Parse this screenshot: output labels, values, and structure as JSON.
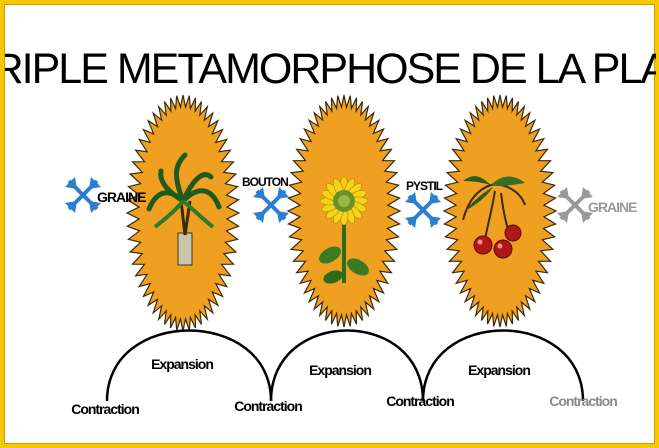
{
  "title": "LA TRIPLE METAMORPHOSE DE LA PLANTE",
  "stages": [
    {
      "label": "GRAINE",
      "color": "#2a7fd0"
    },
    {
      "label": "BOUTON",
      "color": "#2a7fd0"
    },
    {
      "label": "PYSTIL",
      "color": "#2a7fd0"
    },
    {
      "label": "GRAINE",
      "color": "#9a9a9a"
    }
  ],
  "expansion_labels": [
    "Expansion",
    "Expansion",
    "Expansion"
  ],
  "contraction_labels": [
    "Contraction",
    "Contraction",
    "Contraction",
    "Contraction"
  ],
  "colors": {
    "background": "#f6c800",
    "sun_fill": "#f0a020",
    "sun_stroke": "#3a2a10",
    "cross_blue": "#2a7fd0",
    "cross_grey": "#9a9a9a",
    "last_contraction": "#8a8a8a"
  },
  "icons": [
    "palm-plant-icon",
    "sunflower-icon",
    "cherries-icon",
    "cross-arrows-icon"
  ]
}
